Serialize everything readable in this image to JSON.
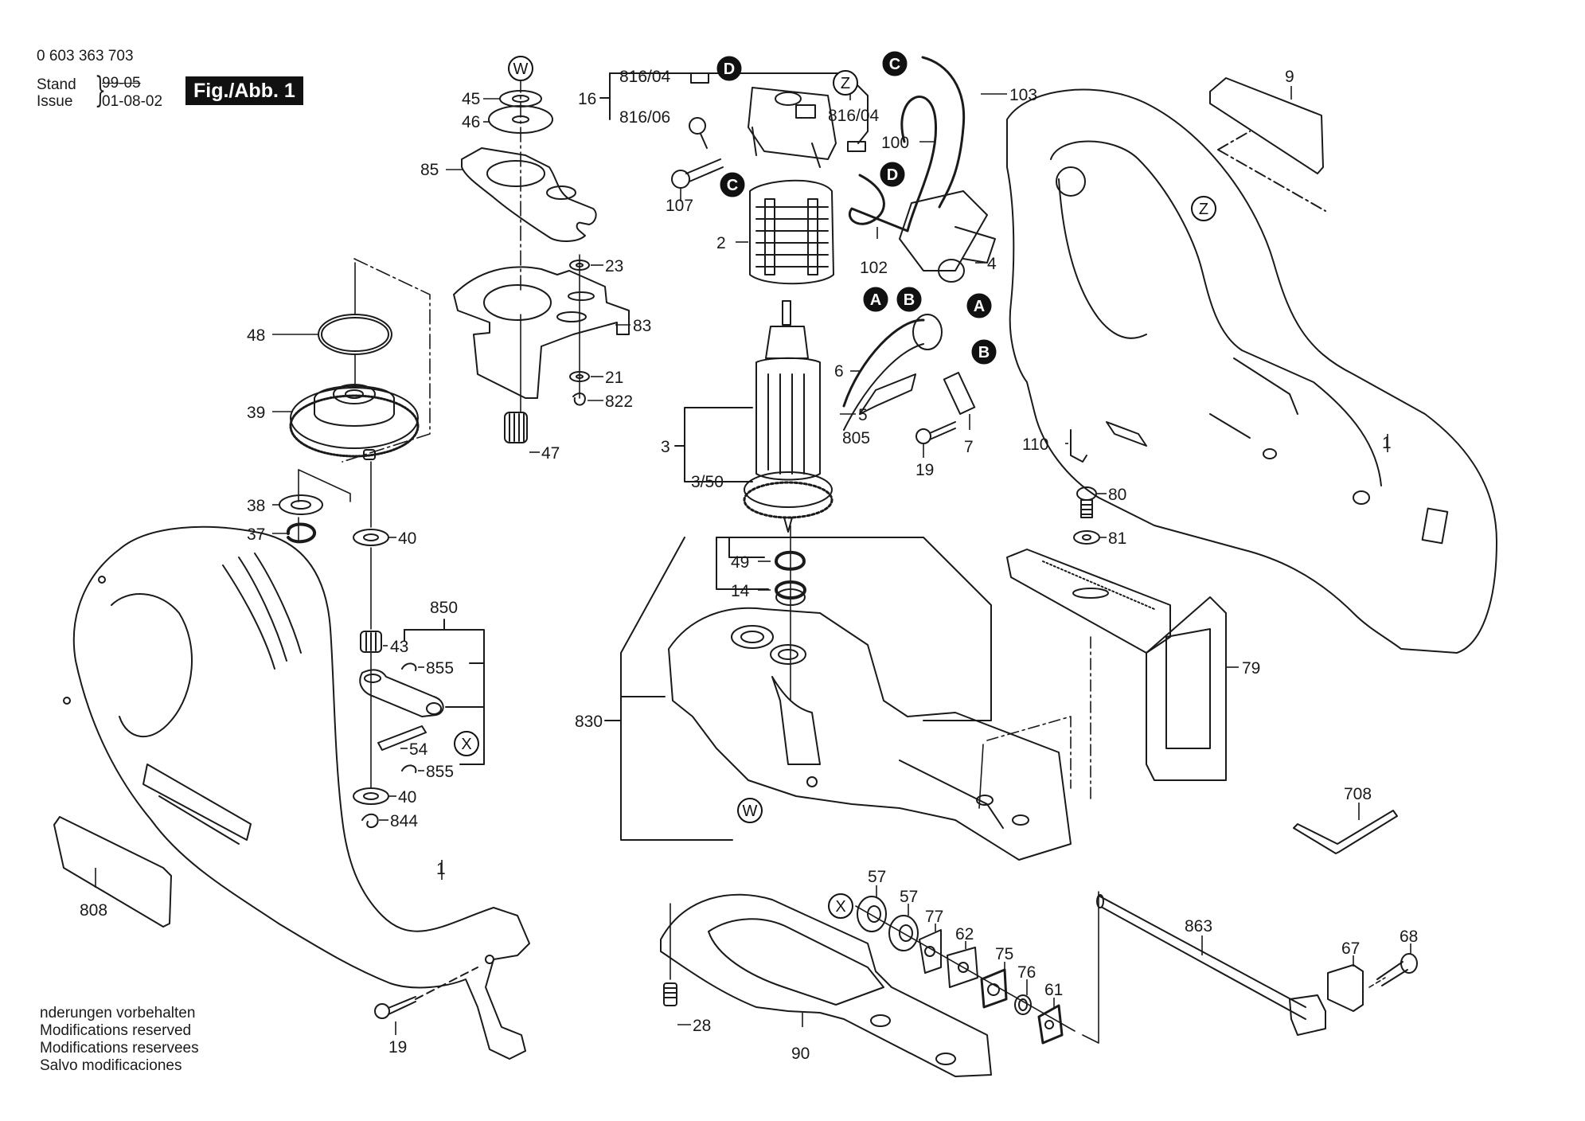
{
  "header": {
    "part_number": "0 603 363 703",
    "stand_label": "Stand",
    "issue_label": "Issue",
    "old_date": "99-05",
    "issue_date": "01-08-02",
    "figure_label": "Fig./Abb. 1"
  },
  "footer": {
    "lines": [
      "nderungen vorbehalten",
      "Modifications reserved",
      "Modifications reservees",
      "Salvo modificaciones"
    ]
  },
  "parts": [
    {
      "id": "45",
      "label": "45"
    },
    {
      "id": "46",
      "label": "46"
    },
    {
      "id": "85",
      "label": "85"
    },
    {
      "id": "23",
      "label": "23"
    },
    {
      "id": "83",
      "label": "83"
    },
    {
      "id": "21",
      "label": "21"
    },
    {
      "id": "822",
      "label": "822"
    },
    {
      "id": "47",
      "label": "47"
    },
    {
      "id": "48",
      "label": "48"
    },
    {
      "id": "39",
      "label": "39"
    },
    {
      "id": "38",
      "label": "38"
    },
    {
      "id": "37",
      "label": "37"
    },
    {
      "id": "40a",
      "label": "40"
    },
    {
      "id": "850",
      "label": "850"
    },
    {
      "id": "43",
      "label": "43"
    },
    {
      "id": "855a",
      "label": "855"
    },
    {
      "id": "54",
      "label": "54"
    },
    {
      "id": "855b",
      "label": "855"
    },
    {
      "id": "40b",
      "label": "40"
    },
    {
      "id": "844",
      "label": "844"
    },
    {
      "id": "808",
      "label": "808"
    },
    {
      "id": "1a",
      "label": "1"
    },
    {
      "id": "19a",
      "label": "19"
    },
    {
      "id": "16",
      "label": "16"
    },
    {
      "id": "816-04a",
      "label": "816/04"
    },
    {
      "id": "816-06",
      "label": "816/06"
    },
    {
      "id": "816-04b",
      "label": "816/04"
    },
    {
      "id": "107",
      "label": "107"
    },
    {
      "id": "2",
      "label": "2"
    },
    {
      "id": "103",
      "label": "103"
    },
    {
      "id": "100",
      "label": "100"
    },
    {
      "id": "102",
      "label": "102"
    },
    {
      "id": "4",
      "label": "4"
    },
    {
      "id": "6",
      "label": "6"
    },
    {
      "id": "5",
      "label": "5"
    },
    {
      "id": "805",
      "label": "805"
    },
    {
      "id": "3",
      "label": "3"
    },
    {
      "id": "3-50",
      "label": "3/50"
    },
    {
      "id": "19b",
      "label": "19"
    },
    {
      "id": "7",
      "label": "7"
    },
    {
      "id": "49",
      "label": "49"
    },
    {
      "id": "14",
      "label": "14"
    },
    {
      "id": "830",
      "label": "830"
    },
    {
      "id": "9",
      "label": "9"
    },
    {
      "id": "1b",
      "label": "1"
    },
    {
      "id": "110",
      "label": "110"
    },
    {
      "id": "80",
      "label": "80"
    },
    {
      "id": "81",
      "label": "81"
    },
    {
      "id": "79",
      "label": "79"
    },
    {
      "id": "708",
      "label": "708"
    },
    {
      "id": "57a",
      "label": "57"
    },
    {
      "id": "57b",
      "label": "57"
    },
    {
      "id": "77",
      "label": "77"
    },
    {
      "id": "62",
      "label": "62"
    },
    {
      "id": "75",
      "label": "75"
    },
    {
      "id": "76",
      "label": "76"
    },
    {
      "id": "61",
      "label": "61"
    },
    {
      "id": "863",
      "label": "863"
    },
    {
      "id": "67",
      "label": "67"
    },
    {
      "id": "68",
      "label": "68"
    },
    {
      "id": "28",
      "label": "28"
    },
    {
      "id": "90",
      "label": "90"
    }
  ],
  "reference_markers": [
    {
      "id": "W-top",
      "letter": "W",
      "style": "outline"
    },
    {
      "id": "W-bottom",
      "letter": "W",
      "style": "outline"
    },
    {
      "id": "Z-top",
      "letter": "Z",
      "style": "outline"
    },
    {
      "id": "Z-right",
      "letter": "Z",
      "style": "outline"
    },
    {
      "id": "X-left",
      "letter": "X",
      "style": "outline"
    },
    {
      "id": "X-bottom",
      "letter": "X",
      "style": "outline"
    },
    {
      "id": "D-top",
      "letter": "D",
      "style": "filled"
    },
    {
      "id": "D-mid",
      "letter": "D",
      "style": "filled"
    },
    {
      "id": "C-top",
      "letter": "C",
      "style": "filled"
    },
    {
      "id": "C-mid",
      "letter": "C",
      "style": "filled"
    },
    {
      "id": "A-switch",
      "letter": "A",
      "style": "filled"
    },
    {
      "id": "B-switch",
      "letter": "B",
      "style": "filled"
    },
    {
      "id": "A-cable",
      "letter": "A",
      "style": "filled"
    },
    {
      "id": "B-cable",
      "letter": "B",
      "style": "filled"
    }
  ]
}
